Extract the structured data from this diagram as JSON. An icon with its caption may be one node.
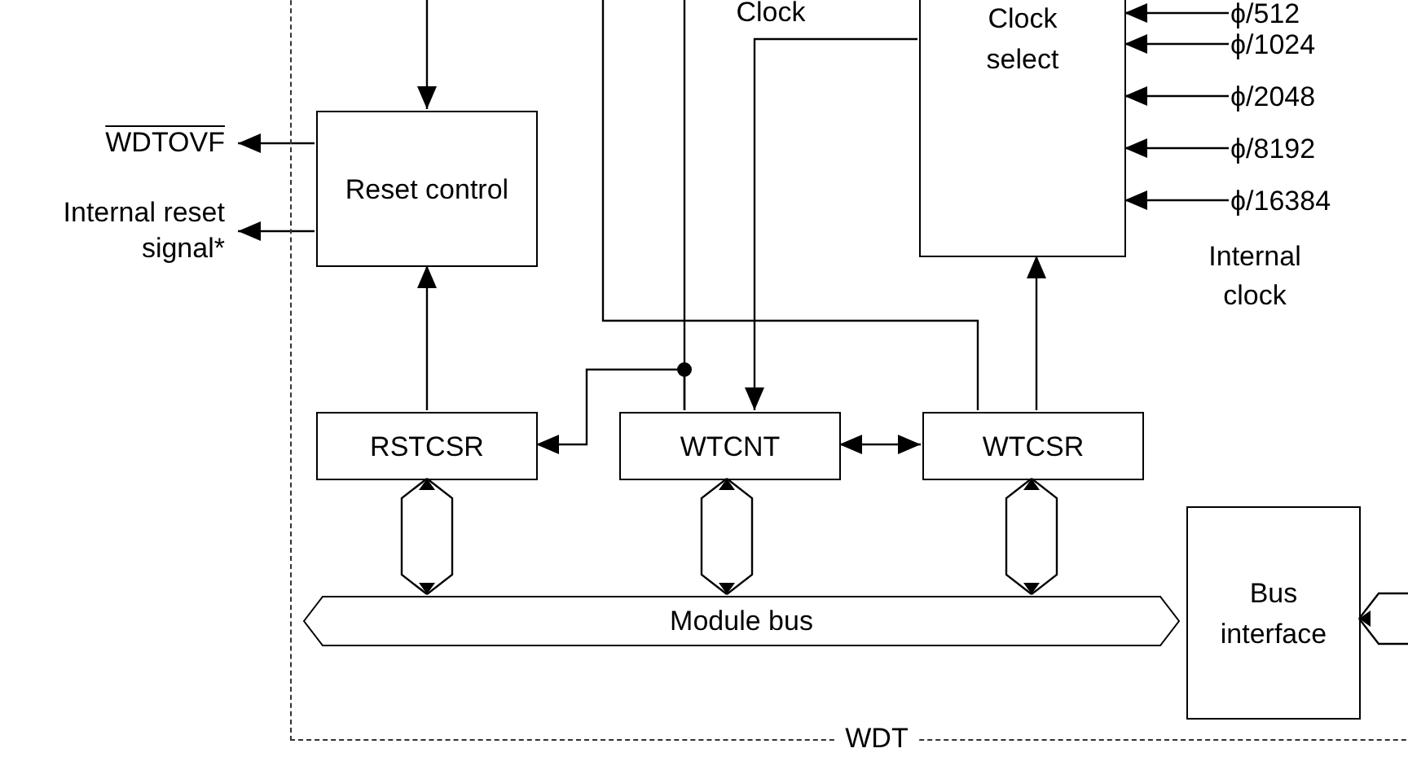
{
  "diagram": {
    "nodes": [
      {
        "text": [
          "WDT"
        ]
      },
      {
        "text": [
          "Clock select"
        ],
        "in": 0
      },
      {
        "text": [
          "ϕ/512"
        ],
        "in": 0
      },
      {
        "text": [
          "ϕ/1024"
        ],
        "in": 0
      },
      {
        "text": [
          "ϕ/2048"
        ],
        "in": 0
      },
      {
        "text": [
          "ϕ/8192"
        ],
        "in": 0
      },
      {
        "text": [
          "ϕ/16384"
        ],
        "in": 0
      },
      {
        "text": [
          "WDTOVF"
        ]
      },
      {
        "text": [
          "Reset control"
        ],
        "in": 0
      },
      {
        "text": [
          "Internal reset signal*"
        ]
      },
      {
        "text": [
          "RSTCSR"
        ],
        "in": 0
      },
      {
        "text": [
          "WTCNT"
        ],
        "in": 0
      },
      {
        "text": [
          "WTCSR"
        ],
        "in": 0
      },
      {
        "text": [
          "Module bus"
        ],
        "in": 0
      },
      {
        "text": [
          "Bus interface"
        ],
        "in": 0
      }
    ],
    "edges": [
      {
        "from": null,
        "to": 8,
        "arrow": "to"
      },
      {
        "from": 8,
        "to": 7,
        "arrow": "to"
      },
      {
        "from": 8,
        "to": 9,
        "arrow": "to"
      },
      {
        "from": 10,
        "to": 8,
        "arrow": "to"
      },
      {
        "from": 11,
        "to": null,
        "arrow": "none"
      },
      {
        "from": 11,
        "to": 10,
        "arrow": "to"
      },
      {
        "from": 1,
        "to": 11,
        "arrow": "to",
        "label": "Clock"
      },
      {
        "from": 11,
        "to": 12,
        "arrow": "both"
      },
      {
        "from": 12,
        "to": 1,
        "arrow": "to"
      },
      {
        "from": 12,
        "to": null,
        "arrow": "none"
      },
      {
        "from": 2,
        "to": 1,
        "arrow": "to"
      },
      {
        "from": 3,
        "to": 1,
        "arrow": "to"
      },
      {
        "from": 4,
        "to": 1,
        "arrow": "to"
      },
      {
        "from": 5,
        "to": 1,
        "arrow": "to"
      },
      {
        "from": 6,
        "to": 1,
        "arrow": "to"
      },
      {
        "from": 10,
        "to": 13,
        "arrow": "both"
      },
      {
        "from": 11,
        "to": 13,
        "arrow": "both"
      },
      {
        "from": 12,
        "to": 13,
        "arrow": "both"
      },
      {
        "from": null,
        "to": 14,
        "arrow": "to"
      }
    ],
    "labels": [
      "Internal clock"
    ]
  }
}
